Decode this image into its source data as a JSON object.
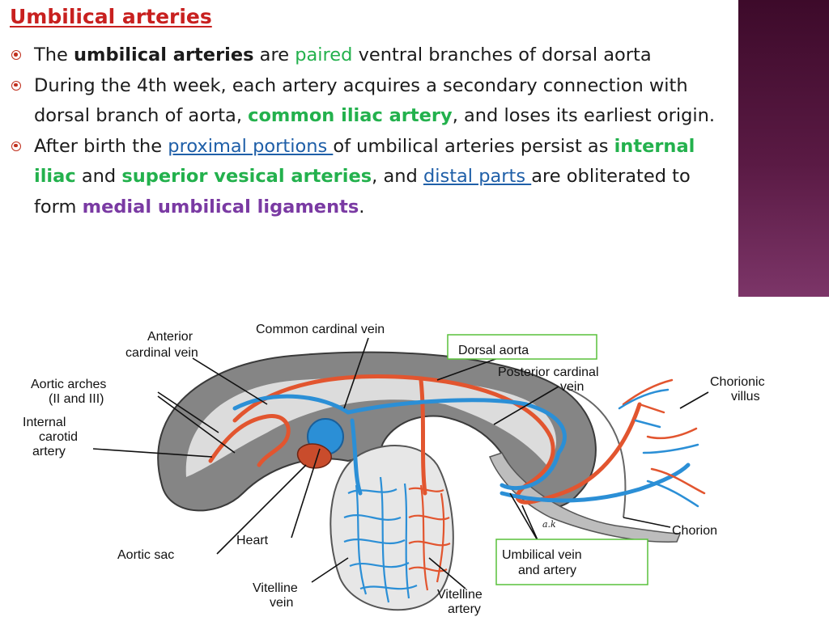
{
  "slide": {
    "title": "Umbilical arteries",
    "colors": {
      "accent_red": "#c8201f",
      "green": "#23b14d",
      "purple": "#7a3aa3",
      "link": "#1f5fa8",
      "side_band": "#4a1237"
    },
    "bullet_icon": "circle-dot-icon",
    "bullets": [
      {
        "parts": [
          "The ",
          "umbilical arteries",
          " are ",
          "paired",
          " ventral branches of dorsal aorta"
        ]
      },
      {
        "parts": [
          "During the 4th week, each artery acquires a secondary connection with dorsal branch of aorta, ",
          "common iliac artery",
          ", and loses its earliest origin."
        ]
      },
      {
        "parts": [
          " After birth the ",
          "proximal portions ",
          "of umbilical arteries persist as ",
          "internal iliac",
          " and ",
          "superior vesical arteries",
          ", and ",
          "distal parts ",
          "are obliterated to form ",
          "medial umbilical ligaments",
          "."
        ]
      }
    ]
  },
  "diagram": {
    "labels": {
      "anterior_cardinal_vein": [
        "Anterior",
        "cardinal vein"
      ],
      "common_cardinal_vein": "Common cardinal vein",
      "dorsal_aorta": "Dorsal aorta",
      "posterior_cardinal_vein": [
        "Posterior cardinal",
        "vein"
      ],
      "chorionic_villus": [
        "Chorionic",
        "villus"
      ],
      "aortic_arches": [
        "Aortic arches",
        "(II and III)"
      ],
      "internal_carotid_artery": [
        "Internal",
        "carotid",
        "artery"
      ],
      "chorion": "Chorion",
      "heart": "Heart",
      "aortic_sac": "Aortic sac",
      "umbilical_vein_artery": [
        "Umbilical vein",
        "and artery"
      ],
      "vitelline_vein": [
        "Vitelline",
        "vein"
      ],
      "vitelline_artery": [
        "Vitelline",
        "artery"
      ],
      "signature": "a.k"
    },
    "colors": {
      "artery": "#e2552f",
      "vein": "#2b8fd6",
      "tissue_dark": "#7d7d7d",
      "tissue_light": "#d6d6d6",
      "highlight_box": "#59c13a"
    }
  }
}
